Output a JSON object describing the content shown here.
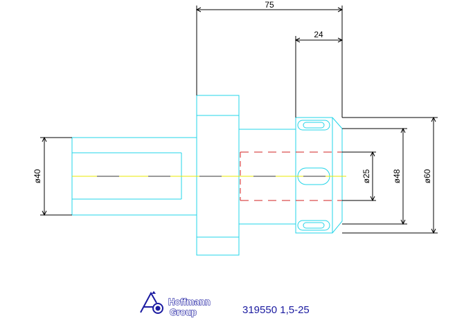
{
  "dimensions": {
    "overall_length": "75",
    "collet_length": "24",
    "shank_diameter": "ø40",
    "bore_diameter": "ø25",
    "nut_inner_diameter": "ø48",
    "nut_outer_diameter": "ø60"
  },
  "title_block": {
    "logo_line1": "Hoffmann",
    "logo_line2": "Group",
    "part_number": "319550 1,5-25"
  },
  "colors": {
    "outline": "#22d4e8",
    "centerline": "#e8e800",
    "hidden": "#d02020",
    "dimension": "#000000",
    "logo": "#1a1aa0"
  }
}
